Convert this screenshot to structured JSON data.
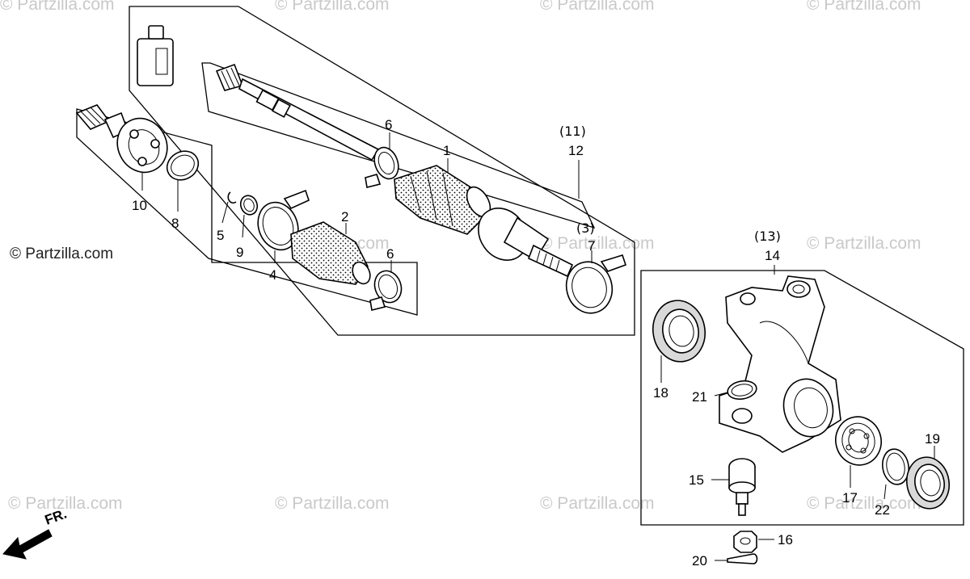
{
  "watermarks": {
    "w1": "© Partzilla.com",
    "w2": "© Partzilla.com",
    "w3": "© Partzilla.com",
    "w4": "© Partzilla.com",
    "w5": "© Partzilla.com",
    "w6": "© Partzilla.com",
    "w7": "© Partzilla.com",
    "w8": "© Partzilla.com",
    "w9": "© Partzilla.com",
    "w10": "© Partzilla.com",
    "w11": "© Partzilla.com",
    "w12": "© Partzilla.com"
  },
  "credit": "© Partzilla.com",
  "direction": "FR.",
  "callouts": {
    "c1": "1",
    "c2": "2",
    "c3": "(3)",
    "c4": "4",
    "c5": "5",
    "c6a": "6",
    "c6b": "6",
    "c7": "7",
    "c8": "8",
    "c9": "9",
    "c10": "10",
    "c11": "(11)",
    "c12": "12",
    "c13": "(13)",
    "c14": "14",
    "c15": "15",
    "c16": "16",
    "c17": "17",
    "c18": "18",
    "c19": "19",
    "c20": "20",
    "c21": "21",
    "c22": "22"
  }
}
